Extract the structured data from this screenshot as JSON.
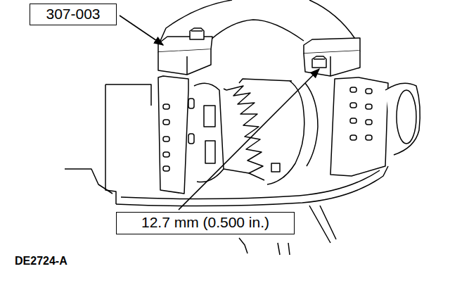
{
  "diagram": {
    "labels": [
      "307-003",
      "12.7 mm (0.500 in.)",
      "DE2724-A"
    ]
  }
}
